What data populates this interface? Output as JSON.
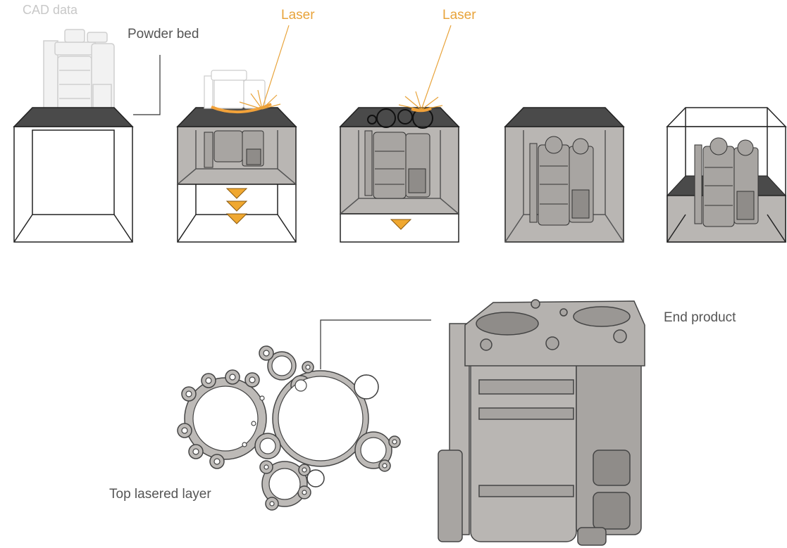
{
  "labels": {
    "cad_data": "CAD data",
    "powder_bed": "Powder bed",
    "laser_1": "Laser",
    "laser_2": "Laser",
    "end_product": "End product",
    "top_lasered_layer": "Top lasered layer"
  },
  "colors": {
    "laser": "#e8a33a",
    "arrow": "#f0a830",
    "powder_top": "#4a4a4a",
    "powder_fill": "#b9b6b3",
    "part_fill": "#a8a5a2",
    "outline": "#222222",
    "label_text": "#555555",
    "cad_text": "#c8c8c8"
  },
  "stages": [
    {
      "step": "cad-and-empty-chamber"
    },
    {
      "step": "lasering-first-layers",
      "down_arrows": 3
    },
    {
      "step": "lasering-top-layer",
      "down_arrows": 1
    },
    {
      "step": "completed-in-powder"
    },
    {
      "step": "powder-removed"
    }
  ]
}
